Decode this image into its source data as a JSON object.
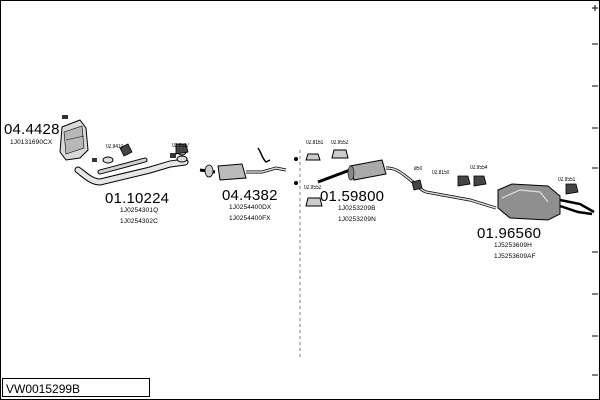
{
  "diagram": {
    "reference": "VW0015299B",
    "parts": [
      {
        "number": "04.4428",
        "oem": [
          "1J0131690CX"
        ]
      },
      {
        "number": "01.10224",
        "oem": [
          "1J0254301Q",
          "1J0254302C"
        ]
      },
      {
        "number": "04.4382",
        "oem": [
          "1J0254400DX",
          "1J0254400FX"
        ]
      },
      {
        "number": "01.59800",
        "oem": [
          "1J0253209B",
          "1J0253209N"
        ]
      },
      {
        "number": "01.96560",
        "oem": [
          "1J5253609H",
          "1J5253609AF"
        ]
      }
    ],
    "small_parts": [
      "02.9410",
      "02.9517",
      "02.8161",
      "02.9552",
      "02.9552",
      "02.8150",
      "02.9554",
      "02.9551",
      "ø50"
    ]
  }
}
